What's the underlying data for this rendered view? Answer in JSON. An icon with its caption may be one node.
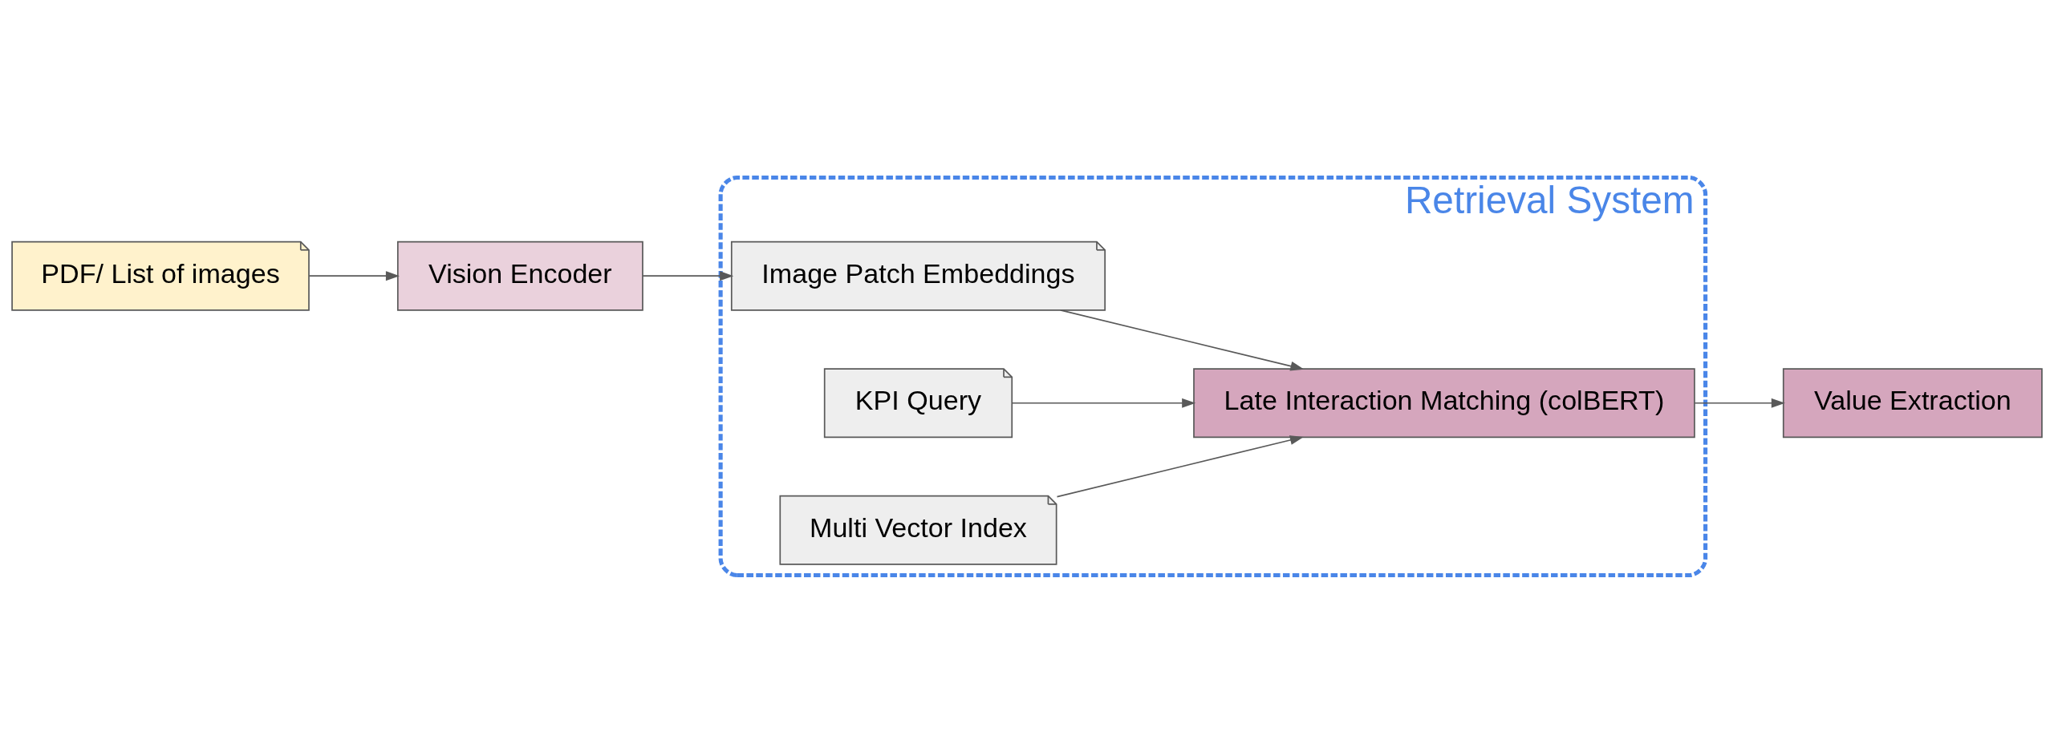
{
  "diagram": {
    "nodes": [
      {
        "text": [
          "PDF/ List of images"
        ]
      },
      {
        "text": [
          "Vision Encoder"
        ]
      },
      {
        "text": [
          "Retrieval System"
        ]
      },
      {
        "text": [
          "Image Patch Embeddings"
        ],
        "in": 2
      },
      {
        "text": [
          "KPI Query"
        ],
        "in": 2
      },
      {
        "text": [
          "Late Interaction Matching (colBERT)"
        ],
        "in": 2
      },
      {
        "text": [
          "Multi Vector Index"
        ],
        "in": 2
      },
      {
        "text": [
          "Value Extraction"
        ]
      }
    ],
    "edges": [
      {
        "from": 0,
        "to": 1,
        "arrow": "to"
      },
      {
        "from": 1,
        "to": 3,
        "arrow": "to"
      },
      {
        "from": 3,
        "to": 5,
        "arrow": "to"
      },
      {
        "from": 4,
        "to": 5,
        "arrow": "to"
      },
      {
        "from": 6,
        "to": 5,
        "arrow": "to"
      },
      {
        "from": 5,
        "to": 7,
        "arrow": "to"
      }
    ]
  }
}
